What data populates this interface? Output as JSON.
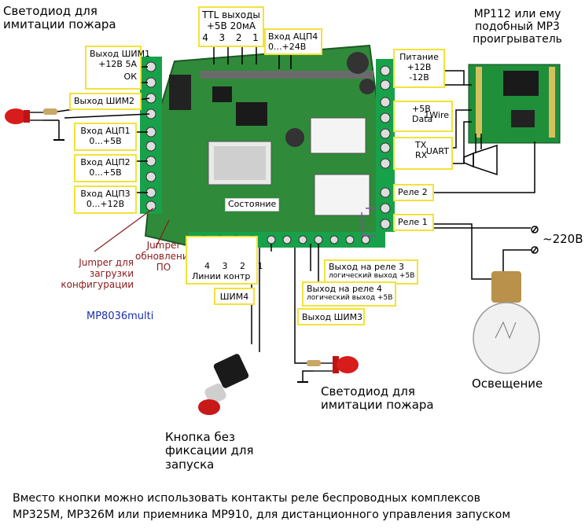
{
  "top_left_led_label": [
    "Светодиод для",
    "имитации пожара"
  ],
  "ttl": {
    "title": "TTL выходы",
    "subtitle": "+5В 20мА",
    "pins": [
      "4",
      "3",
      "2",
      "1"
    ]
  },
  "adc4": {
    "title": "Вход АЦП4",
    "range": "0...+24В"
  },
  "mp3_player_label": [
    "МР112 или ему",
    "подобный МР3",
    "проигрыватель"
  ],
  "left_boxes": {
    "pwm1": [
      "Выход ШИМ1",
      "+12В 5А",
      "ОК"
    ],
    "pwm2": [
      "Выход ШИМ2"
    ],
    "adc1": [
      "Вход АЦП1",
      "0...+5В"
    ],
    "adc2": [
      "Вход АЦП2",
      "0...+5В"
    ],
    "adc3": [
      "Вход АЦП3",
      "0...+12В"
    ]
  },
  "right_boxes": {
    "power": [
      "Питание",
      "+12В",
      "-12В"
    ],
    "onewire": [
      "+5В",
      "Data",
      "1Wire"
    ],
    "uart": [
      "TX",
      "RX",
      "UART"
    ],
    "relay2": "Реле 2",
    "relay1": "Реле 1"
  },
  "state_label": "Состояние",
  "jumper_config": [
    "Jumper для",
    "загрузки",
    "конфигурации"
  ],
  "jumper_fw": [
    "Jumper",
    "обновления",
    "ПО"
  ],
  "bottom": {
    "lines_pins": [
      "4",
      "3",
      "2",
      "1"
    ],
    "lines_label": "Линии контр",
    "pwm4": "ШИМ4",
    "relay3_out": [
      "Выход на реле 3",
      "логический выход +5В"
    ],
    "relay4_out": [
      "Выход на реле 4",
      "логический выход +5В"
    ],
    "pwm3": "Выход ШИМ3"
  },
  "model": "MP8036multi",
  "voltage": "~220В",
  "lighting": "Освещение",
  "bottom_led_label": [
    "Светодиод для",
    "имитации пожара"
  ],
  "button_label": [
    "Кнопка без",
    "фиксации для",
    "запуска"
  ],
  "footer": [
    "Вместо кнопки можно использовать контакты реле беспроводных комплексов",
    "МР325М, МР326М или приемника МР910, для дистанционного управления запуском"
  ],
  "colors": {
    "box_border": "#f2e23a",
    "pcb": "#2f8a3a",
    "terminal": "#17a14a",
    "jumper_text": "#8b1a1a",
    "model_text": "#1a2fb0",
    "wire_purple": "#9b3fb0"
  }
}
